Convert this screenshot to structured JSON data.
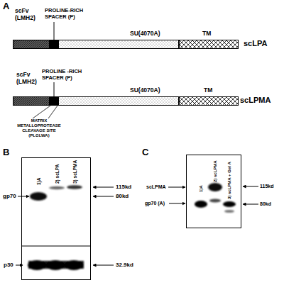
{
  "diagram": {
    "nodes": [
      {
        "text": [
          "scFv (LMH2)"
        ]
      },
      {
        "text": [
          "PROLINE-RICH SPACER (P)"
        ]
      },
      {
        "text": [
          "SU(4070A)"
        ]
      },
      {
        "text": [
          "TM"
        ]
      },
      {
        "text": [
          "scFv (LMH2)"
        ]
      },
      {
        "text": [
          "PROLINE -RICH SPACER (P)"
        ]
      },
      {
        "text": [
          "SU(4070A)"
        ]
      },
      {
        "text": [
          "TM"
        ]
      },
      {
        "text": [
          "1)A",
          "2) scLPA",
          "3) scLPMA"
        ]
      },
      {
        "text": [
          "1)A",
          "2) scLPMA",
          "3) scLPMA + Gel A"
        ]
      }
    ],
    "labels": [
      "A",
      "scLPA",
      "scLPMA",
      "MATRIX METALLOPROTEASE CLEAVAGE SITE (PLGLWA)",
      "B",
      "gp70",
      "p30",
      "115kd",
      "80kd",
      "32.9kd",
      "C",
      "scLPMA",
      "gp70 (A)",
      "115kd",
      "80kd"
    ]
  }
}
